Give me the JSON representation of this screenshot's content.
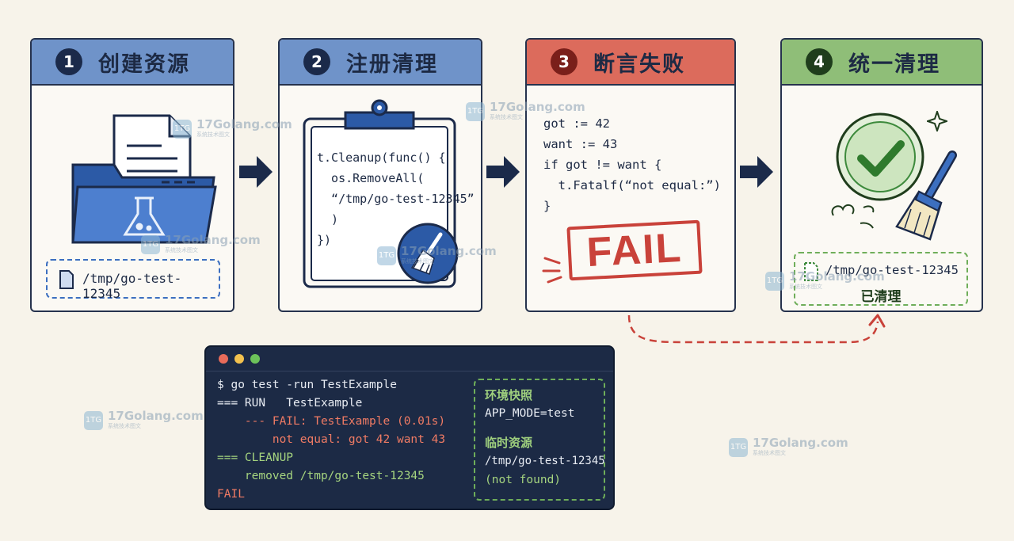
{
  "steps": [
    {
      "number": "1",
      "title": "创建资源",
      "header_color": "#6f93c9",
      "badge_color": "#1b2a4a"
    },
    {
      "number": "2",
      "title": "注册清理",
      "header_color": "#6f93c9",
      "badge_color": "#1b2a4a"
    },
    {
      "number": "3",
      "title": "断言失败",
      "header_color": "#dc6b5c",
      "badge_color": "#7a1f1a"
    },
    {
      "number": "4",
      "title": "统一清理",
      "header_color": "#8fbe78",
      "badge_color": "#1f3d1c"
    }
  ],
  "step1": {
    "path": "/tmp/go-test-12345"
  },
  "step2": {
    "code_lines": [
      "t.Cleanup(func() {",
      "  os.RemoveAll(",
      "  “/tmp/go-test-12345”",
      "  )",
      "})"
    ]
  },
  "step3": {
    "code_lines": [
      "got := 42",
      "want := 43",
      "if got != want {",
      "  t.Fatalf(“not equal:”)",
      "}"
    ],
    "stamp": "FAIL"
  },
  "step4": {
    "path": "/tmp/go-test-12345",
    "status": "已清理"
  },
  "terminal": {
    "lines": [
      {
        "text": "$ go test -run TestExample",
        "color": "#e8ecf3"
      },
      {
        "text": "=== RUN   TestExample",
        "color": "#e8ecf3"
      },
      {
        "text": "    --- FAIL: TestExample (0.01s)",
        "color": "#f07b64"
      },
      {
        "text": "        not equal: got 42 want 43",
        "color": "#f07b64"
      },
      {
        "text": "=== CLEANUP",
        "color": "#a5d47f"
      },
      {
        "text": "    removed /tmp/go-test-12345",
        "color": "#a5d47f"
      },
      {
        "text": "FAIL",
        "color": "#f07b64"
      }
    ],
    "side": {
      "env_label": "环境快照",
      "env_value": "APP_MODE=test",
      "temp_label": "临时资源",
      "temp_path": "/tmp/go-test-12345",
      "temp_status": "(not found)"
    }
  },
  "watermark": {
    "text": "17Golang.com",
    "sub": "系统技术图文",
    "logo": "1TG"
  },
  "colors": {
    "navy": "#1b2a4a",
    "blue": "#3c6fc0",
    "red": "#c9423a",
    "green": "#3d8a3c"
  }
}
